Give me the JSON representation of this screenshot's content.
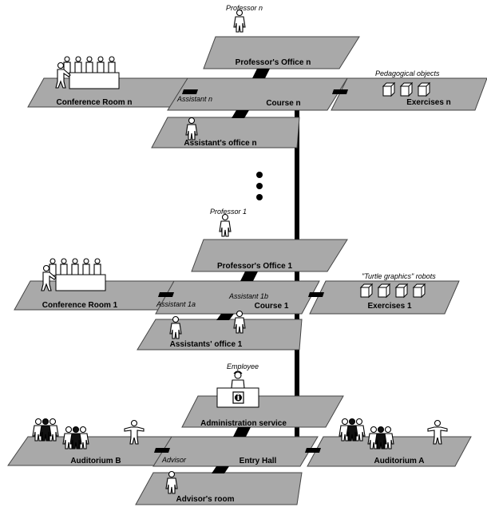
{
  "rooms": {
    "professors_office_n": "Professor's Office n",
    "conference_room_n": "Conference Room n",
    "course_n": "Course n",
    "exercises_n": "Exercises n",
    "assistants_office_n": "Assistant's office n",
    "professors_office_1": "Professor's Office 1",
    "conference_room_1": "Conference Room 1",
    "course_1": "Course 1",
    "exercises_1": "Exercises 1",
    "assistants_office_1": "Assistants' office 1",
    "administration_service": "Administration service",
    "auditorium_b": "Auditorium B",
    "entry_hall": "Entry Hall",
    "auditorium_a": "Auditorium A",
    "advisors_room": "Advisor's room"
  },
  "captions": {
    "professor_n": "Professor n",
    "assistant_n": "Assistant n",
    "pedagogical_objects": "Pedagogical objects",
    "professor_1": "Professor 1",
    "assistant_1a": "Assistant 1a",
    "assistant_1b": "Assistant 1b",
    "turtle_robots": "\"Turtle graphics\" robots",
    "employee": "Employee",
    "advisor": "Advisor"
  }
}
